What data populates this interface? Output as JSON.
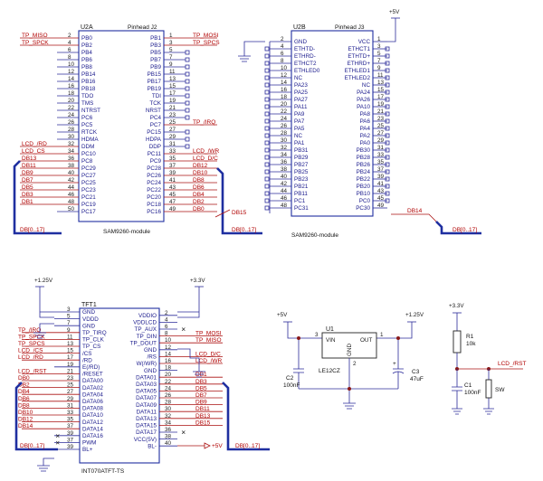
{
  "u2a": {
    "ref": "U2A",
    "title": "Pinhead J2",
    "caption": "SAM9260-module",
    "left_names": [
      "PB0",
      "PB2",
      "PB4",
      "PB6",
      "PB8",
      "PB14",
      "PB16",
      "PB18",
      "TDO",
      "TMS",
      "NTRST",
      "PC6",
      "PC5",
      "RTCK",
      "HDMA",
      "DDM",
      "PC10",
      "PC8",
      "PC29",
      "PC27",
      "PC25",
      "PC23",
      "PC21",
      "PC19",
      "PC17"
    ],
    "left_nums": [
      "2",
      "4",
      "6",
      "8",
      "10",
      "12",
      "14",
      "16",
      "18",
      "20",
      "22",
      "24",
      "26",
      "28",
      "30",
      "32",
      "34",
      "36",
      "38",
      "40",
      "42",
      "44",
      "46",
      "48",
      "50"
    ],
    "right_names": [
      "PB1",
      "PB3",
      "PB5",
      "PB7",
      "PB9",
      "PB15",
      "PB17",
      "PB19",
      "TDI",
      "TCK",
      "NRST",
      "PC4",
      "PC7",
      "PC15",
      "HDPA",
      "DDP",
      "PC11",
      "PC9",
      "PC28",
      "PC26",
      "PC24",
      "PC22",
      "PC20",
      "PC18",
      "PC16"
    ],
    "right_nums": [
      "1",
      "3",
      "5",
      "7",
      "9",
      "11",
      "13",
      "15",
      "17",
      "19",
      "21",
      "23",
      "25",
      "27",
      "29",
      "31",
      "33",
      "35",
      "37",
      "39",
      "41",
      "43",
      "45",
      "47",
      "49"
    ],
    "left_nets": {
      "0": "TP_MISO",
      "1": "TP_SPCK",
      "15": "LCD_/RD",
      "16": "LCD_CS",
      "17": "DB13",
      "18": "DB11",
      "19": "DB9",
      "20": "DB7",
      "21": "DB5",
      "22": "DB3",
      "23": "DB1"
    },
    "right_nets": {
      "0": "TP_MOSI",
      "1": "TP_SPCS",
      "12": "TP_/IRQ",
      "16": "LCD_/WR",
      "17": "LCD_D/C",
      "18": "DB12",
      "19": "DB10",
      "20": "DB8",
      "21": "DB6",
      "22": "DB4",
      "23": "DB2",
      "24": "DB0"
    },
    "bus_left": "DB[0..17]",
    "bus_right": "DB[0..17]",
    "db15": "DB15"
  },
  "u2b": {
    "ref": "U2B",
    "title": "Pinhead J3",
    "caption": "SAM9260-module",
    "left_names": [
      "GND",
      "ETHTD-",
      "ETHRD-",
      "ETHCT2",
      "ETHLED0",
      "NC",
      "PA23",
      "PA25",
      "PA27",
      "PA11",
      "PA9",
      "PA7",
      "PA5",
      "NC",
      "PA1",
      "PB31",
      "PB29",
      "PB27",
      "PB25",
      "PB23",
      "PB21",
      "PB11",
      "PC1",
      "PC31"
    ],
    "left_nums": [
      "2",
      "4",
      "6",
      "8",
      "10",
      "12",
      "14",
      "16",
      "18",
      "20",
      "22",
      "24",
      "26",
      "28",
      "30",
      "32",
      "34",
      "36",
      "38",
      "40",
      "42",
      "44",
      "46",
      "48"
    ],
    "right_names": [
      "VCC",
      "ETHCT1",
      "ETHTD+",
      "ETHRD+",
      "ETHLED1",
      "ETHLED2",
      "NC",
      "PA24",
      "PA26",
      "PA10",
      "PA8",
      "PA6",
      "PA4",
      "PA2",
      "PA0",
      "PB30",
      "PB28",
      "PB26",
      "PB24",
      "PB22",
      "PB20",
      "PB10",
      "PC0",
      "PC30"
    ],
    "right_nums": [
      "1",
      "3",
      "5",
      "7",
      "9",
      "11",
      "13",
      "15",
      "17",
      "19",
      "21",
      "23",
      "25",
      "27",
      "29",
      "31",
      "33",
      "35",
      "37",
      "39",
      "41",
      "43",
      "45",
      "49"
    ],
    "supply": "+5V",
    "db14": "DB14",
    "bus": "DB[0..17]"
  },
  "tft": {
    "ref": "TFT1",
    "caption": "INT070ATFT-TS",
    "left_names": [
      "GND",
      "VDDD",
      "GND",
      "TP_TIRQ",
      "TP_CLK",
      "TP_CS",
      "/CS",
      "/RD",
      "E(/RD)",
      "/RESET",
      "DATA00",
      "DATA02",
      "DATA04",
      "DATA06",
      "DATA08",
      "DATA10",
      "DATA12",
      "DATA14",
      "DATA16",
      "PWM",
      "BL+"
    ],
    "left_nums": [
      "3",
      "5",
      "7",
      "9",
      "11",
      "13",
      "15",
      "17",
      "19",
      "21",
      "23",
      "25",
      "27",
      "29",
      "31",
      "33",
      "35",
      "37",
      "39",
      "37",
      "39"
    ],
    "right_names": [
      "VDDIO",
      "VDDLCD",
      "TP_AUX",
      "TP_DIN",
      "TP_DOUT",
      "GND",
      "/RS",
      "W(/WR)",
      "GND",
      "DATA01",
      "DATA03",
      "DATA05",
      "DATA07",
      "DATA09",
      "DATA11",
      "DATA13",
      "DATA15",
      "DATA17",
      "VCC(5V)",
      "BL-"
    ],
    "right_nums": [
      "2",
      "4",
      "6",
      "8",
      "10",
      "12",
      "14",
      "16",
      "18",
      "20",
      "22",
      "24",
      "26",
      "28",
      "30",
      "32",
      "34",
      "36",
      "38",
      "40"
    ],
    "left_nets": {
      "3": "TP_/IRQ",
      "4": "TP_SPCK",
      "5": "TP_SPCS",
      "6": "LCD_/CS",
      "7": "LCD_/RD",
      "9": "LCD_/RST",
      "10": "DB0",
      "11": "DB2",
      "12": "DB4",
      "13": "DB6",
      "14": "DB8",
      "15": "DB10",
      "16": "DB12",
      "17": "DB14"
    },
    "right_nets": {
      "3": "TP_MOSI",
      "4": "TP_MISO",
      "6": "LCD_D/C",
      "7": "LCD_/WR",
      "9": "DB1",
      "10": "DB3",
      "11": "DB5",
      "12": "DB7",
      "13": "DB9",
      "14": "DB11",
      "15": "DB13",
      "16": "DB15"
    },
    "supply_left": "+1.25V",
    "supply_right": "+3.3V",
    "vcc_label": "+5V",
    "bus_left": "DB[0..17]",
    "bus_right": "DB[0..17]"
  },
  "reg": {
    "ref": "U1",
    "part": "LE12CZ",
    "vin": "VIN",
    "out": "OUT",
    "gnd": "GND",
    "pin_in": "3",
    "pin_out": "1",
    "pin_gnd": "2",
    "in_supply": "+5V",
    "out_supply": "+1.25V",
    "c2_ref": "C2",
    "c2_val": "100nF",
    "c3_ref": "C3",
    "c3_val": "47uF"
  },
  "reset": {
    "supply": "+3.3V",
    "r1_ref": "R1",
    "r1_val": "10k",
    "c1_ref": "C1",
    "c1_val": "100nF",
    "sw": "SW",
    "net": "LCD_/RST"
  }
}
